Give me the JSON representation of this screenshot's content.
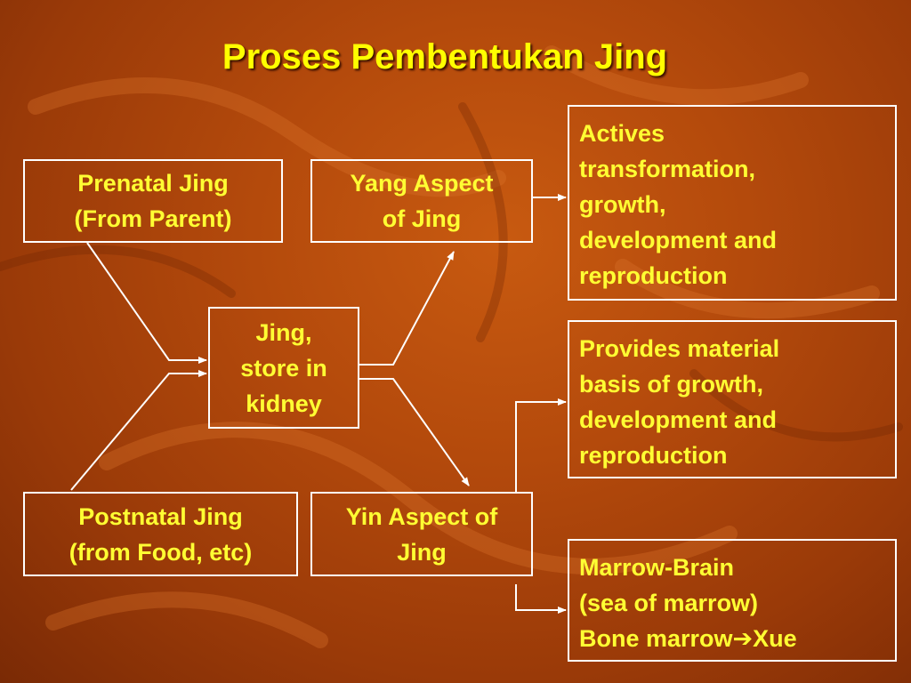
{
  "title": "Proses Pembentukan Jing",
  "nodes": {
    "prenatal": "Prenatal Jing\n(From Parent)",
    "postnatal": "Postnatal Jing\n(from Food, etc)",
    "jing_kidney": "Jing,\nstore in\nkidney",
    "yang_aspect": "Yang Aspect\nof Jing",
    "yin_aspect": "Yin Aspect of\nJing",
    "yang_function": "Actives\ntransformation,\ngrowth,\ndevelopment and\nreproduction",
    "yin_function": "Provides material\nbasis of growth,\ndevelopment and\nreproduction",
    "marrow": "Marrow-Brain\n(sea of marrow)\nBone marrow➔Xue"
  },
  "colors": {
    "text": "#ffff33",
    "title": "#ffff00",
    "border": "#ffffff",
    "background": "#b44a0c"
  }
}
